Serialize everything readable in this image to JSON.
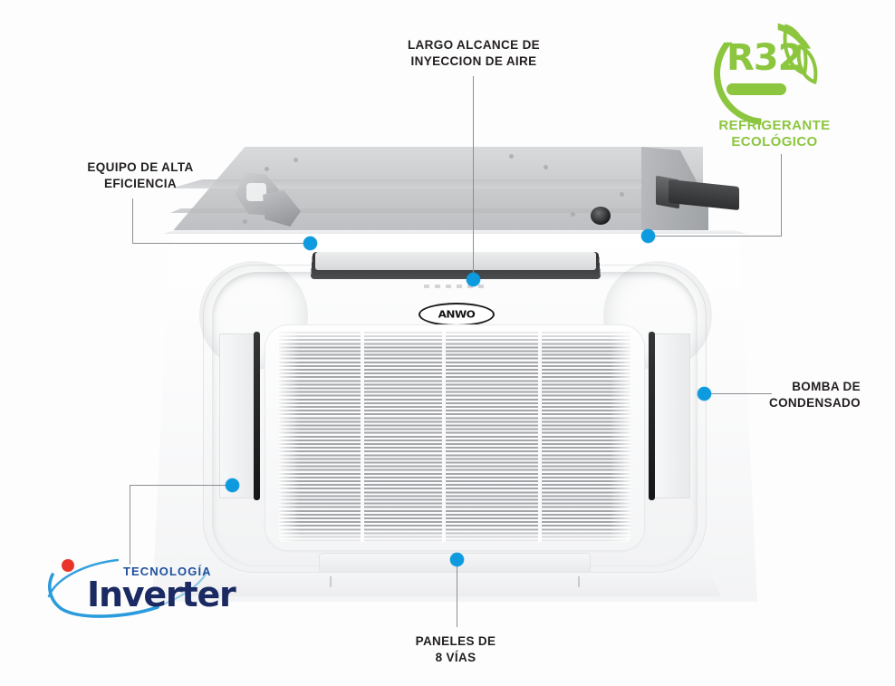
{
  "page": {
    "background_color": "#fdfdfe",
    "accent_dot_color": "#0d9ade",
    "line_color": "#8b8f92",
    "text_color": "#231f20"
  },
  "product": {
    "name": "ANWO cassette air conditioner",
    "brand_label": "ANWO"
  },
  "callouts": [
    {
      "id": "largo-alcance",
      "label": "LARGO ALCANCE DE\nINYECCION DE AIRE",
      "align": "center"
    },
    {
      "id": "equipo-alta-eficiencia",
      "label": "EQUIPO DE ALTA\nEFICIENCIA",
      "align": "center"
    },
    {
      "id": "bomba-condensado",
      "label": "BOMBA DE\nCONDENSADO",
      "align": "right"
    },
    {
      "id": "paneles-8-vias",
      "label": "PANELES DE\n8 VÍAS",
      "align": "center"
    }
  ],
  "badges": {
    "r32": {
      "code": "R32",
      "subtitle": "REFRIGERANTE\nECOLÓGICO",
      "color": "#8cc63e",
      "icon": "leaf-icon"
    },
    "inverter": {
      "eyebrow": "TECNOLOGÍA",
      "wordmark": "Inverter",
      "eyebrow_color": "#1d4f9e",
      "wordmark_color": "#1b2a62",
      "swoosh_color": "#2a9bdc",
      "dot_color": "#e8342a"
    }
  }
}
